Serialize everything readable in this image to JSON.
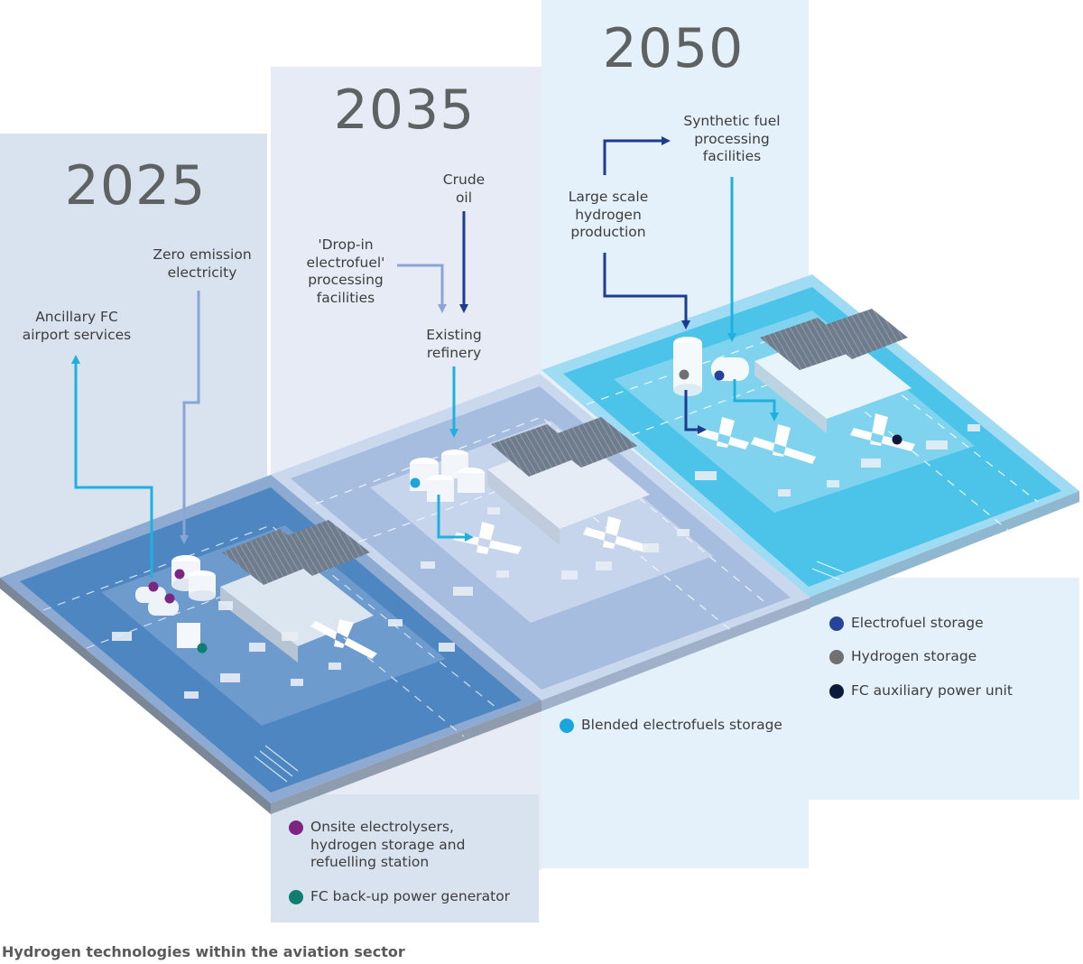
{
  "years": {
    "y2025": "2025",
    "y2035": "2035",
    "y2050": "2050"
  },
  "labels": {
    "ancillary": "Ancillary FC\nairport services",
    "zero_emission": "Zero emission\nelectricity",
    "drop_in": "'Drop-in\nelectrofuel'\nprocessing\nfacilities",
    "crude_oil": "Crude\noil",
    "existing_refinery": "Existing\nrefinery",
    "large_scale": "Large scale\nhydrogen\nproduction",
    "synthetic_fuel": "Synthetic fuel\nprocessing\nfacilities"
  },
  "legend": {
    "items_2025": [
      {
        "label": "Onsite electrolysers,\nhydrogen storage and\nrefuelling station",
        "color": "#7b2683"
      },
      {
        "label": "FC back-up power generator",
        "color": "#0f7e6e"
      }
    ],
    "items_2035": [
      {
        "label": "Blended electrofuels storage",
        "color": "#1aa6dd"
      }
    ],
    "items_2050": [
      {
        "label": "Electrofuel storage",
        "color": "#27449a"
      },
      {
        "label": "Hydrogen storage",
        "color": "#707070"
      },
      {
        "label": "FC auxiliary power unit",
        "color": "#0b1a3b"
      }
    ]
  },
  "colors": {
    "panel_2025": "#d9e3ef",
    "panel_2035": "#e7ebf5",
    "panel_2050": "#e4f0fa",
    "platform_2025": "#4d86c1",
    "platform_2035": "#a6bde0",
    "platform_2050": "#4cc3e8",
    "arrow_dark": "#1c3c8f",
    "arrow_cyan": "#1fb0e0",
    "arrow_light": "#8ba4d6"
  },
  "caption": "Hydrogen technologies within the aviation sector"
}
